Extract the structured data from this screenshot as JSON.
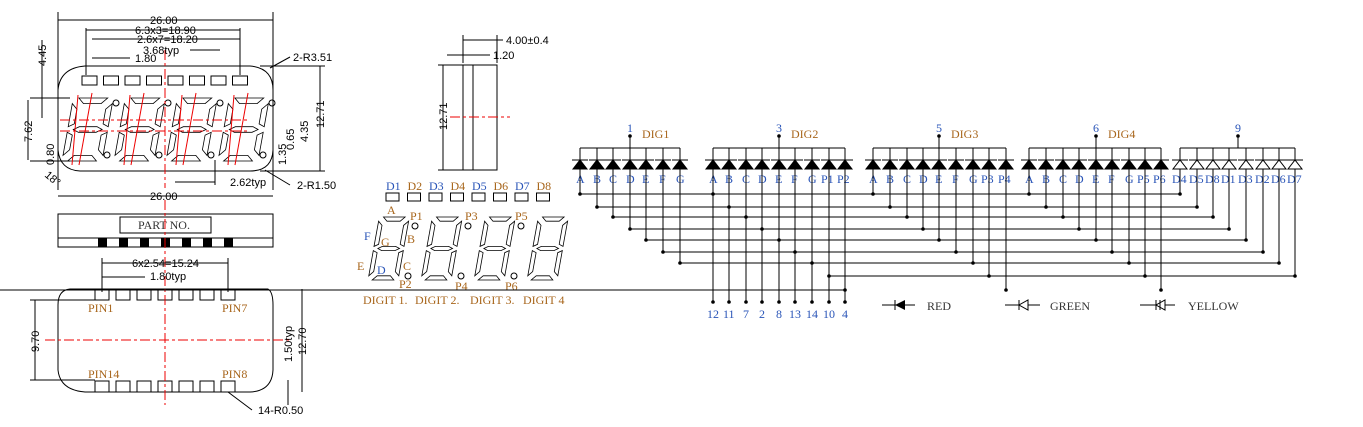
{
  "front_view": {
    "dims": {
      "overall_width": "26.00",
      "digit_pitch": "6.3x3=18.90",
      "led_pitch": "2.6x7=18.20",
      "dp_offset": "3.68typ",
      "led_width": "1.80",
      "corner_top": "2-R3.51",
      "led_offset": "4.45",
      "digit_height": "7.62",
      "seg_width": "0.80",
      "slant": "18°",
      "dp_dia": "1.35",
      "dp_gap": "0.65",
      "half_height": "4.35",
      "overall_height": "12.71",
      "dp_pitch": "2.62typ",
      "corner_bottom": "2-R1.50",
      "overall_width_bottom": "26.00"
    }
  },
  "side_view": {
    "depth": "4.00±0.4",
    "lead": "1.20",
    "height": "12.71"
  },
  "label_view": {
    "part_no": "PART NO."
  },
  "bottom_view": {
    "pin_pitch": "6x2.54=15.24",
    "pad_width": "1.80typ",
    "pin1": "PIN1",
    "pin7": "PIN7",
    "pin14": "PIN14",
    "pin8": "PIN8",
    "row_spacing": "9.70",
    "pad_len": "1.50typ",
    "height": "12.70",
    "pad_radius": "14-R0.50"
  },
  "segment_map": {
    "leds": [
      "D1",
      "D2",
      "D3",
      "D4",
      "D5",
      "D6",
      "D7",
      "D8"
    ],
    "segments": {
      "a": "A",
      "b": "B",
      "c": "C",
      "d": "D",
      "e": "E",
      "f": "F",
      "g": "G"
    },
    "points": [
      "P1",
      "P2",
      "P3",
      "P4",
      "P5",
      "P6"
    ],
    "digits": [
      "DIGIT 1.",
      "DIGIT 2.",
      "DIGIT 3.",
      "DIGIT 4"
    ]
  },
  "schematic": {
    "groups": [
      {
        "name": "DIG1",
        "pin": "1",
        "labels": [
          "A",
          "B",
          "C",
          "D",
          "E",
          "F",
          "G"
        ]
      },
      {
        "name": "DIG2",
        "pin": "3",
        "labels": [
          "A",
          "B",
          "C",
          "D",
          "E",
          "F",
          "G",
          "P1",
          "P2"
        ]
      },
      {
        "name": "DIG3",
        "pin": "5",
        "labels": [
          "A",
          "B",
          "C",
          "D",
          "E",
          "F",
          "G",
          "P3",
          "P4"
        ]
      },
      {
        "name": "DIG4",
        "pin": "6",
        "labels": [
          "A",
          "B",
          "C",
          "D",
          "E",
          "F",
          "G",
          "P5",
          "P6"
        ]
      },
      {
        "name": "",
        "pin": "9",
        "labels": [
          "D4",
          "D5",
          "D8",
          "D1",
          "D3",
          "D2",
          "D6",
          "D7"
        ]
      }
    ],
    "output_pins": [
      "12",
      "11",
      "7",
      "2",
      "8",
      "13",
      "14",
      "10",
      "4"
    ],
    "legend": {
      "red": "RED",
      "green": "GREEN",
      "yellow": "YELLOW"
    }
  }
}
